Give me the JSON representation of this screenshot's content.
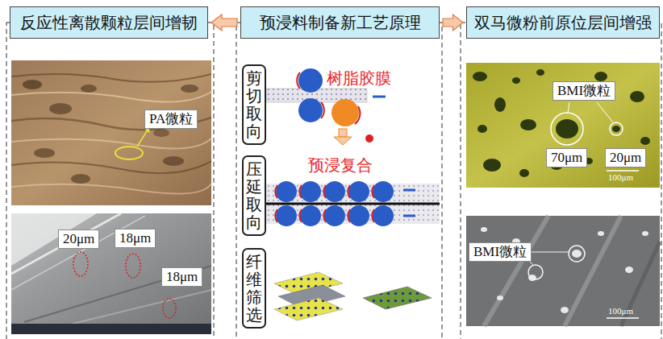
{
  "diagram": {
    "nodes": [
      {
        "text": [
          "反应性离散颗粒层间增韧"
        ]
      },
      {
        "text": [
          "预浸料制备新工艺原理"
        ]
      },
      {
        "text": [
          "双马微粉前原位层间增强"
        ]
      },
      {
        "text": [
          "PA微粒"
        ]
      },
      {
        "text": [
          "20μm"
        ]
      },
      {
        "text": [
          "18μm"
        ]
      },
      {
        "text": [
          "18μm"
        ]
      },
      {
        "text": [
          "剪切取向"
        ]
      },
      {
        "text": [
          "压延取向"
        ]
      },
      {
        "text": [
          "纤维筛选"
        ]
      },
      {
        "text": [
          "BMI微粒"
        ]
      },
      {
        "text": [
          "70μm"
        ]
      },
      {
        "text": [
          "20μm"
        ]
      },
      {
        "text": [
          "BMI微粒"
        ]
      }
    ],
    "edges": [
      {
        "from": 1,
        "to": 0,
        "arrow": "to"
      },
      {
        "from": 1,
        "to": 2,
        "arrow": "to"
      }
    ],
    "labels": [
      "树脂胶膜",
      "预浸复合",
      "100μm",
      "100μm"
    ]
  }
}
